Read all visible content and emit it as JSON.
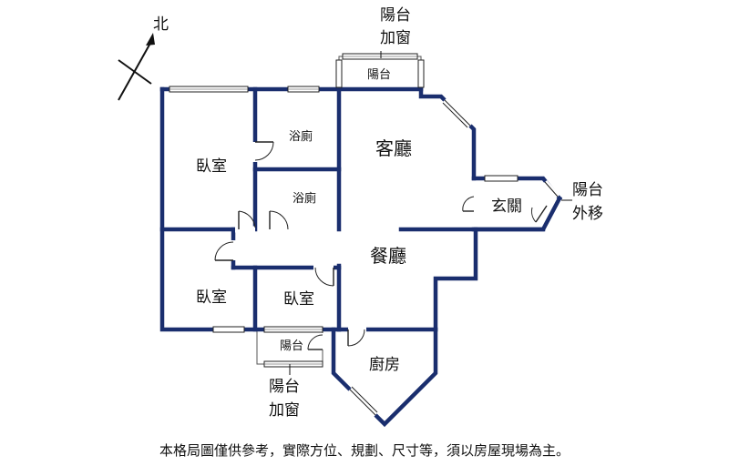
{
  "compass": {
    "label": "北"
  },
  "rooms": {
    "bedroom_1": "臥室",
    "bedroom_2": "臥室",
    "bedroom_3": "臥室",
    "bathroom_1": "浴廁",
    "bathroom_2": "浴廁",
    "living_room": "客廳",
    "dining_room": "餐廳",
    "kitchen": "廚房",
    "entrance": "玄關",
    "balcony_top": "陽台",
    "balcony_bottom": "陽台"
  },
  "callouts": {
    "top_line1": "陽台",
    "top_line2": "加窗",
    "right_line1": "陽台",
    "right_line2": "外移",
    "bottom_line1": "陽台",
    "bottom_line2": "加窗"
  },
  "disclaimer": "本格局圖僅供參考，實際方位、規劃、尺寸等，須以房屋現場為主。",
  "colors": {
    "wall": "#1a2e6e",
    "text": "#111111",
    "background": "#ffffff"
  }
}
